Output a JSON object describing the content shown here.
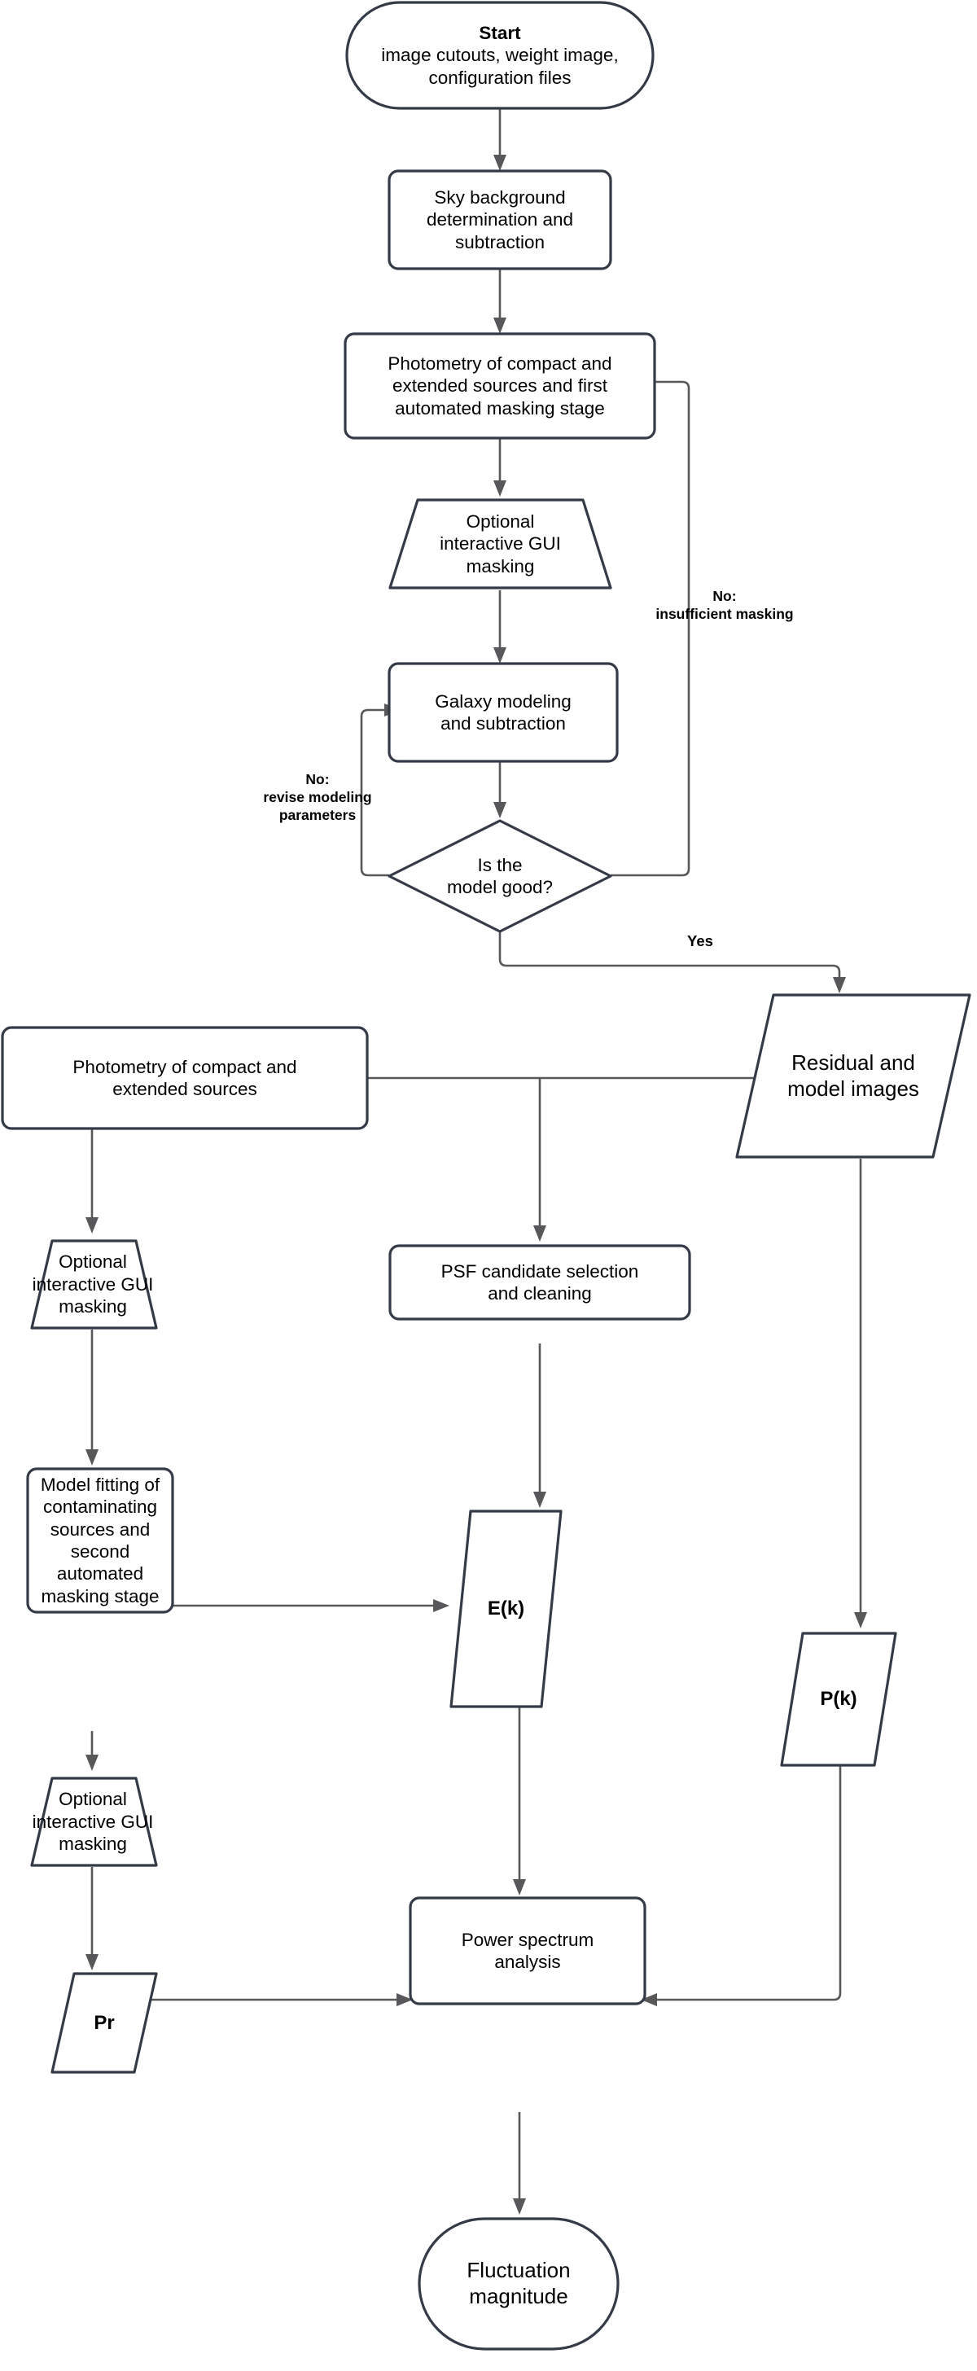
{
  "diagram": {
    "title": "Surface brightness fluctuation measurement pipeline flowchart",
    "colors": {
      "shape_stroke": "#343B47",
      "edge_stroke": "#58585A",
      "background": "#FFFFFF",
      "text": "#000000"
    }
  },
  "nodes": {
    "start": {
      "shape": "stadium",
      "title": "Start",
      "body": "image cutouts, weight image,\nconfiguration files"
    },
    "sky_background": {
      "shape": "rounded-rect",
      "label": "Sky background\ndetermination and\nsubtraction"
    },
    "photometry_first": {
      "shape": "rounded-rect",
      "label": "Photometry of compact and\nextended sources and first\nautomated masking stage"
    },
    "gui_mask_1": {
      "shape": "trapezoid",
      "label": "Optional\ninteractive GUI\nmasking"
    },
    "galaxy_modeling": {
      "shape": "rounded-rect",
      "label": "Galaxy modeling\nand subtraction"
    },
    "model_good": {
      "shape": "diamond",
      "label": "Is the\nmodel good?"
    },
    "residual_model_images": {
      "shape": "parallelogram",
      "label": "Residual and\nmodel images"
    },
    "photometry_second": {
      "shape": "rounded-rect",
      "label": "Photometry of compact and\nextended sources"
    },
    "gui_mask_2": {
      "shape": "trapezoid",
      "label": "Optional\ninteractive GUI\nmasking"
    },
    "psf_candidate": {
      "shape": "rounded-rect",
      "label": "PSF candidate selection\nand cleaning"
    },
    "model_fitting": {
      "shape": "rounded-rect",
      "label": "Model fitting of\ncontaminating\nsources and\nsecond automated\nmasking stage"
    },
    "ek": {
      "shape": "parallelogram",
      "label": "E(k)"
    },
    "pk": {
      "shape": "parallelogram",
      "label": "P(k)"
    },
    "gui_mask_3": {
      "shape": "trapezoid",
      "label": "Optional\ninteractive GUI\nmasking"
    },
    "pr": {
      "shape": "parallelogram",
      "label": "Pr"
    },
    "power_spectrum": {
      "shape": "rounded-rect",
      "label": "Power spectrum\nanalysis"
    },
    "fluctuation_magnitude": {
      "shape": "stadium",
      "label": "Fluctuation\nmagnitude"
    }
  },
  "edge_labels": {
    "insufficient_masking": "No:\ninsufficient masking",
    "revise_modeling": "No:\nrevise modeling\nparameters",
    "yes": "Yes"
  }
}
